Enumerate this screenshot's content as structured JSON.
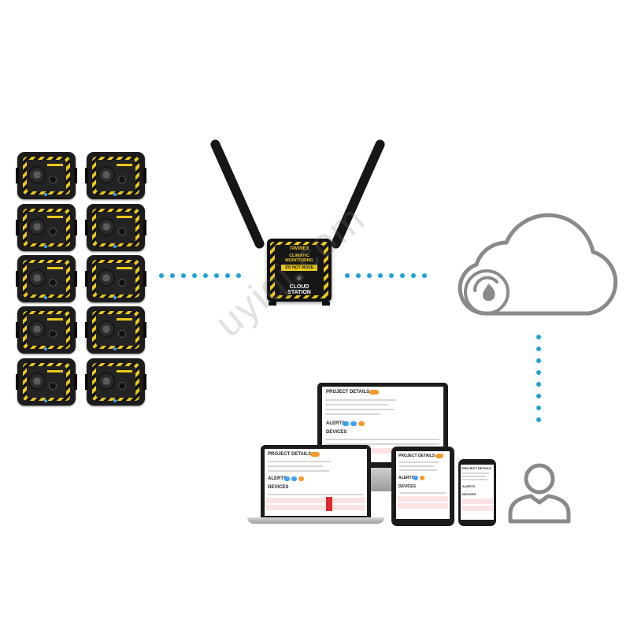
{
  "station": {
    "brand": "TAVINEX",
    "line1": "CLIMATIC",
    "line2": "MONITORING",
    "warning": "DO NOT MOVE",
    "title1": "CLOUD",
    "title2": "STATION"
  },
  "dashboard": {
    "project_details": "PROJECT DETAILS",
    "alerts": "ALERTS",
    "devices": "DEVICES"
  },
  "watermark": "uyiqi.com",
  "colors": {
    "accent_dots": "#1ea3d8",
    "hazard_yellow": "#e9c81a",
    "icon_gray": "#8a8a8a"
  },
  "icons": [
    "sensor-device",
    "cloud-station",
    "cloud-icon",
    "user-icon",
    "laptop",
    "monitor",
    "tablet",
    "smartphone"
  ]
}
